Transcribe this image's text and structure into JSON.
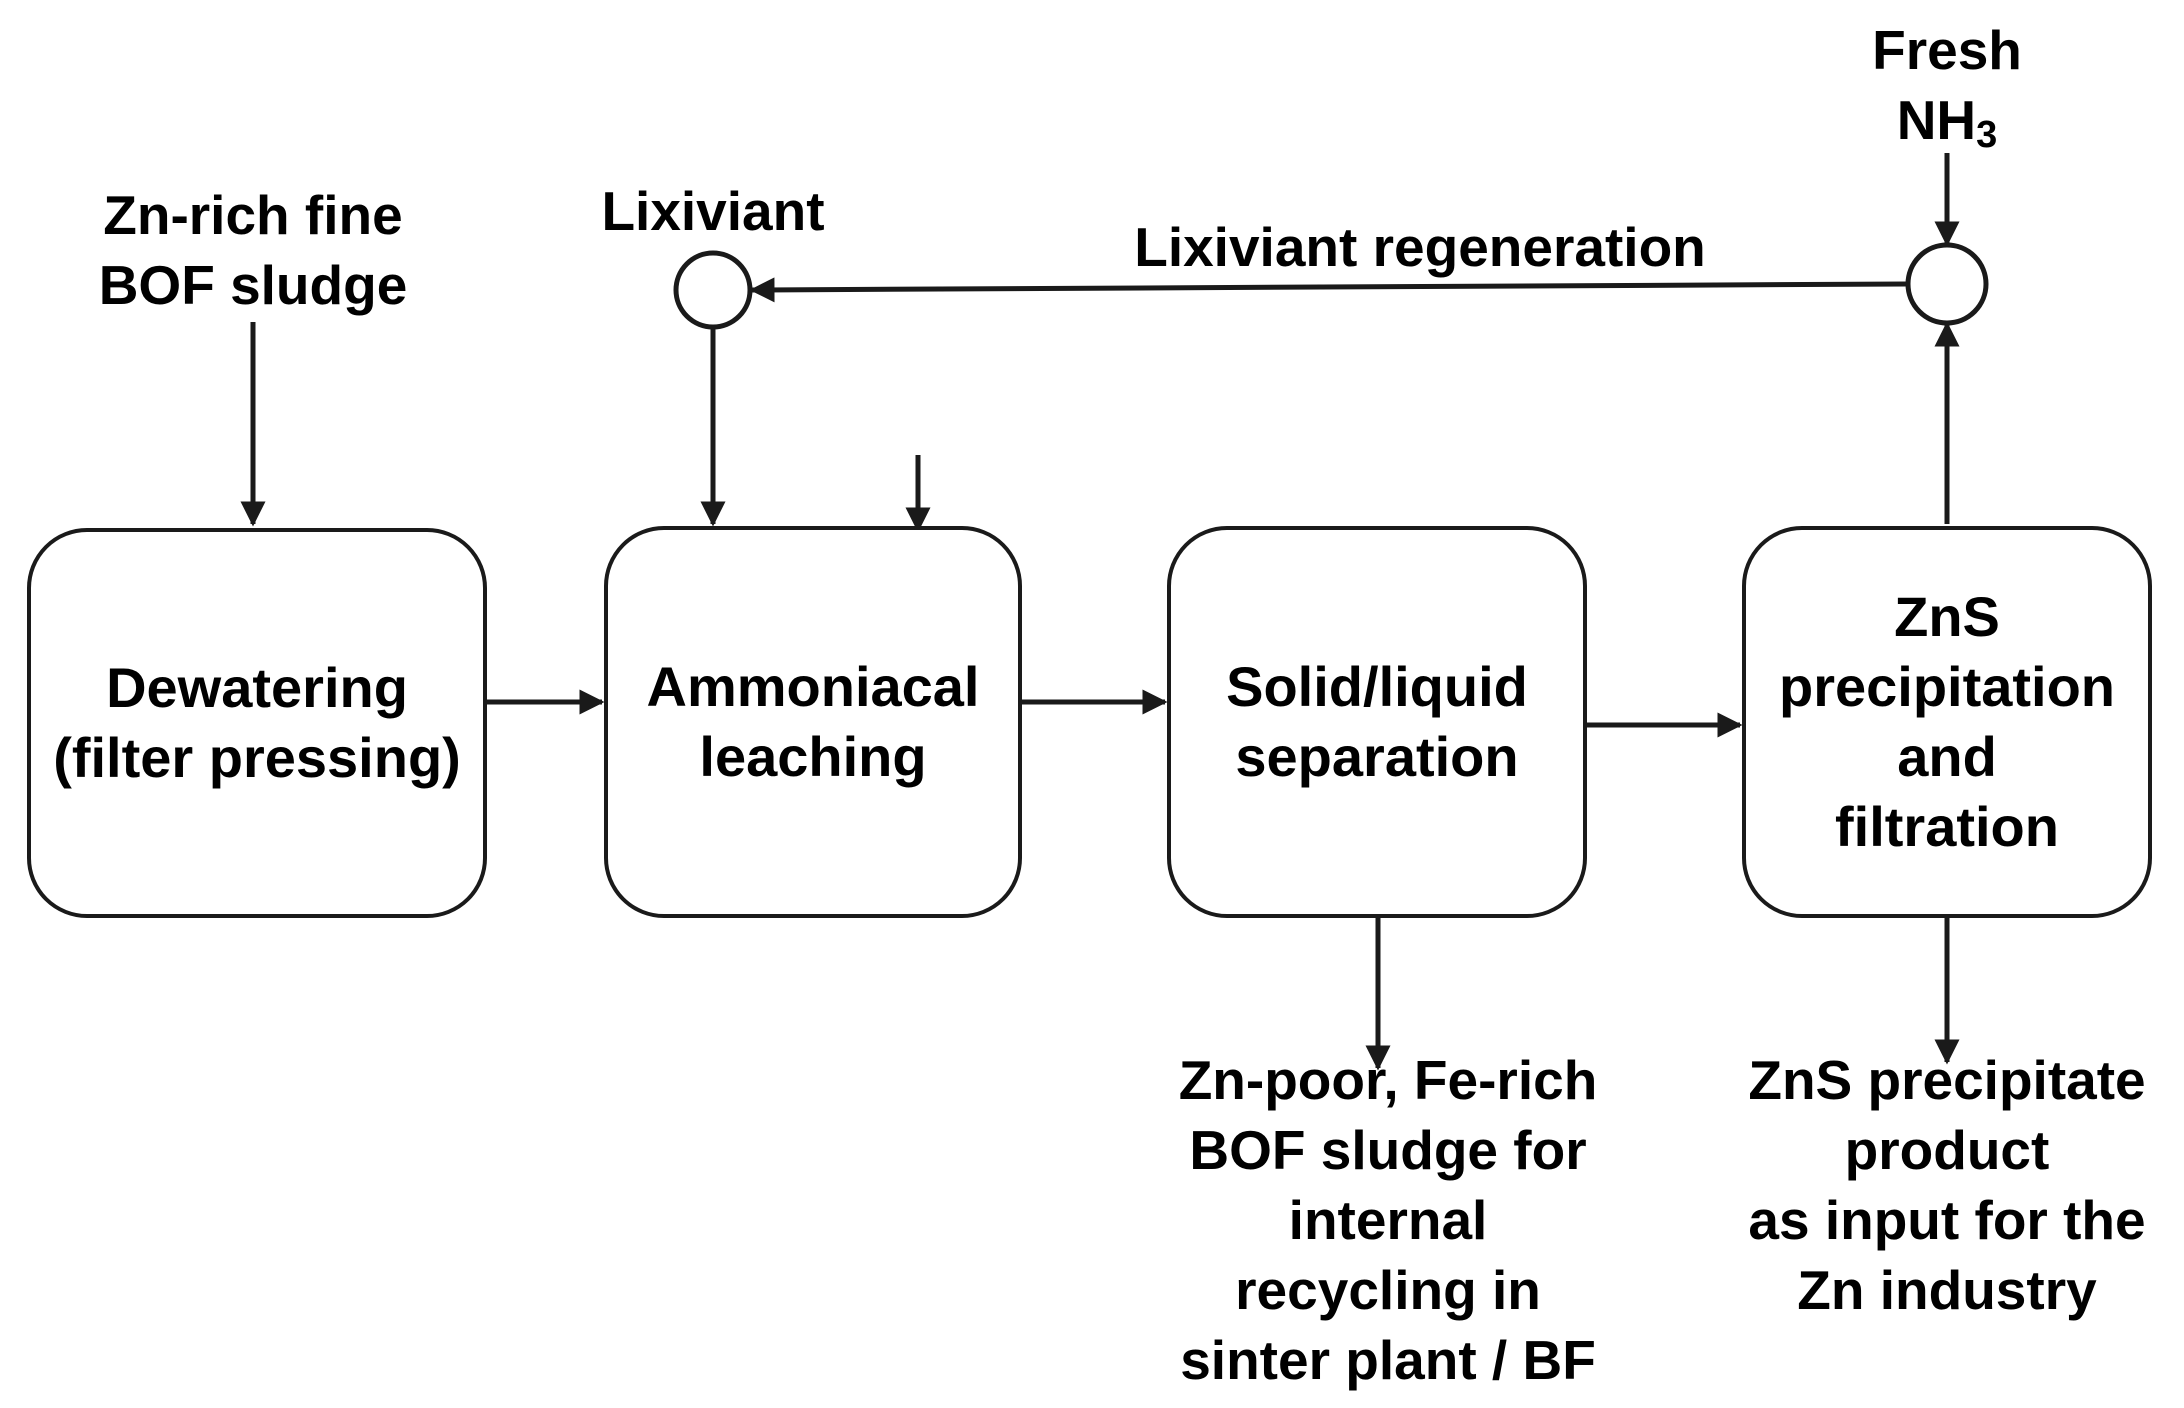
{
  "inputs": {
    "feed": [
      "Zn-rich fine",
      "BOF sludge"
    ],
    "lixiviant": "Lixiviant",
    "fresh_nh3": {
      "line1": "Fresh",
      "base": "NH",
      "sub": "3"
    },
    "regeneration": "Lixiviant regeneration"
  },
  "steps": [
    {
      "lines": [
        "Dewatering",
        "(filter pressing)"
      ]
    },
    {
      "lines": [
        "Ammoniacal",
        "leaching"
      ]
    },
    {
      "lines": [
        "Solid/liquid",
        "separation"
      ]
    },
    {
      "lines": [
        "ZnS",
        "precipitation",
        "and",
        "filtration"
      ]
    }
  ],
  "outputs": {
    "sludge": [
      "Zn-poor, Fe-rich",
      "BOF sludge for",
      "internal",
      "recycling in",
      "sinter plant / BF"
    ],
    "zns": [
      "ZnS precipitate",
      "product",
      "as input for the",
      "Zn industry"
    ]
  }
}
